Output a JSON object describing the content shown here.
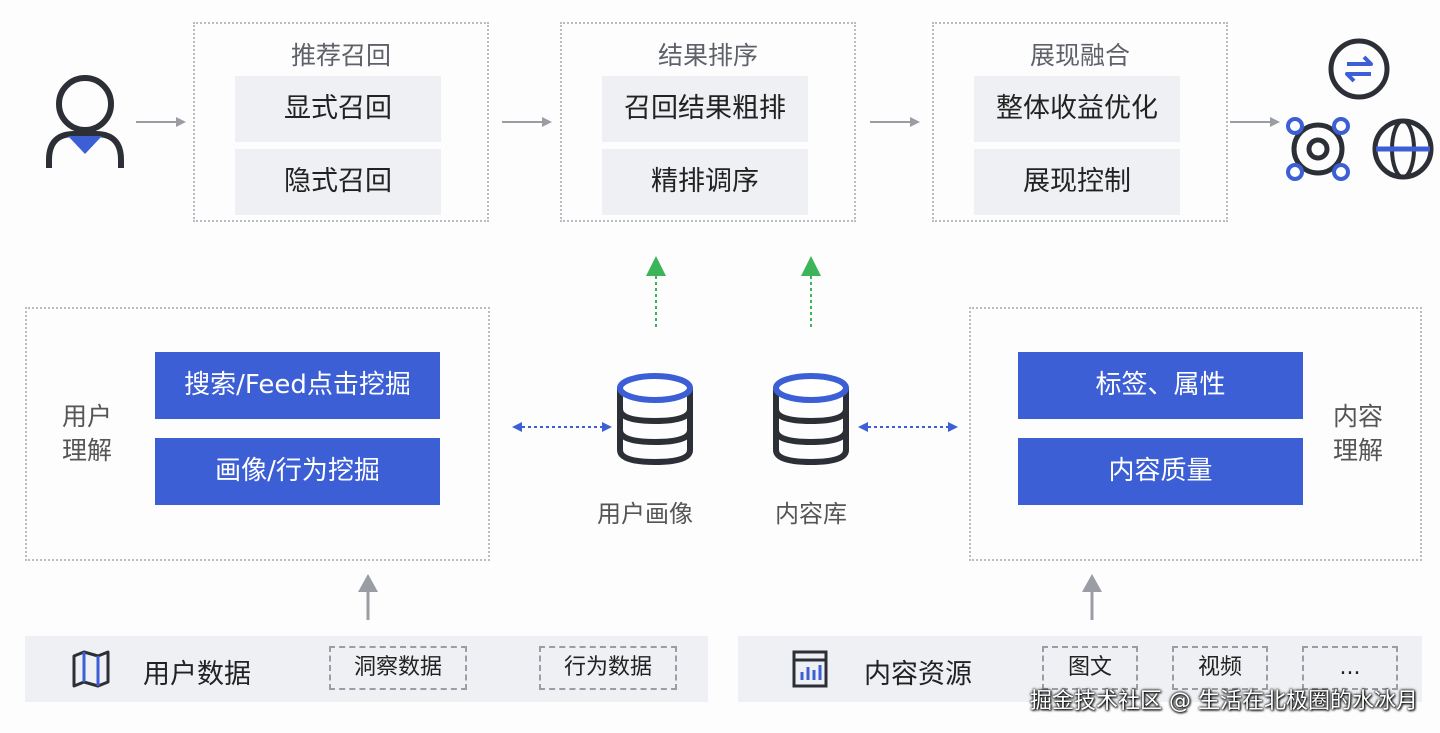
{
  "top": {
    "recall": {
      "title": "推荐召回",
      "items": [
        "显式召回",
        "隐式召回"
      ]
    },
    "ranking": {
      "title": "结果排序",
      "items": [
        "召回结果粗排",
        "精排调序"
      ]
    },
    "display": {
      "title": "展现融合",
      "items": [
        "整体收益优化",
        "展现控制"
      ]
    }
  },
  "user_understanding": {
    "label": "用户理解",
    "items": [
      "搜索/Feed点击挖掘",
      "画像/行为挖掘"
    ]
  },
  "content_understanding": {
    "label": "内容理解",
    "items": [
      "标签、属性",
      "内容质量"
    ]
  },
  "stores": {
    "user_profile": "用户画像",
    "content_store": "内容库"
  },
  "bottom": {
    "user_data": {
      "label": "用户数据",
      "tags": [
        "洞察数据",
        "行为数据"
      ]
    },
    "content_source": {
      "label": "内容资源",
      "tags": [
        "图文",
        "视频",
        "..."
      ]
    }
  },
  "watermark": "掘金技术社区 @ 生活在北极圈的水冰月",
  "colors": {
    "accent_blue": "#3c5fd6",
    "arrow_green": "#3cb45a",
    "grey_item": "#eef0f3",
    "dotted_border": "#b9bcc2"
  },
  "icons": [
    "user-icon",
    "exchange-icon",
    "hub-icon",
    "globe-icon",
    "database-icon",
    "map-icon",
    "chart-icon"
  ]
}
